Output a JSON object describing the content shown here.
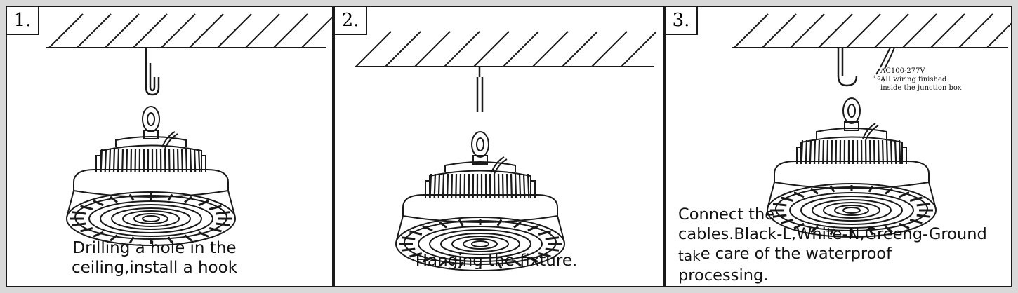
{
  "steps": [
    {
      "number": "1.",
      "caption_lines": [
        "Drilling a hole in the",
        "ceiling,install a hook"
      ]
    },
    {
      "number": "2.",
      "caption_lines": [
        "Hanging the fixture."
      ]
    },
    {
      "number": "3.",
      "caption_lines": [
        "Connect the",
        "cables.Black-L,White-N,Greeng-Ground",
        "tak",
        "e care of the waterproof",
        "processing."
      ],
      "wire_note": [
        "AC100-277V",
        "AII wiring finished",
        "inside the junction box"
      ],
      "wire_tag": "L G N"
    }
  ],
  "colors": {
    "line": "#1a1a1a",
    "border": "#d9d9d9"
  },
  "icons": [
    "ceiling-hatch-icon",
    "hook-icon",
    "high-bay-lamp-icon",
    "cable-icon"
  ]
}
